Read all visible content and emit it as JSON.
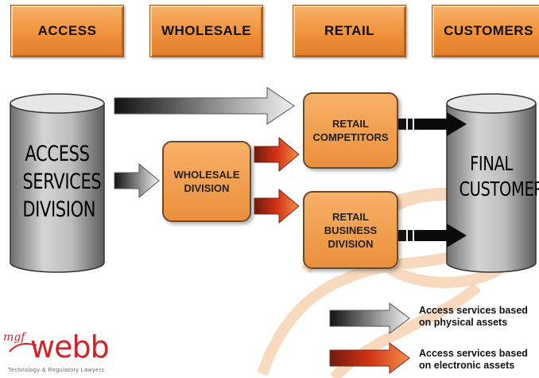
{
  "headers": [
    "ACCESS",
    "WHOLESALE",
    "RETAIL",
    "CUSTOMERS"
  ],
  "access_services_division": "ACCESS SERVICES DIVISION",
  "wholesale_division": "WHOLESALE DIVISION",
  "retail_competitors": "RETAIL COMPETITORS",
  "retail_business_division": "RETAIL BUSINESS DIVISION",
  "final_customers": "FINAL CUSTOMERS",
  "legend": {
    "physical": "Access services based on physical assets",
    "electronic": "Access services based on electronic assets"
  },
  "logo": {
    "mark": "mgf",
    "name": "webb",
    "tagline": "Technology & Regulatory Lawyers"
  },
  "colors": {
    "box_orange": "#ec8f3c",
    "arrow_red": "#e0341a",
    "logo_red": "#d2232a"
  }
}
